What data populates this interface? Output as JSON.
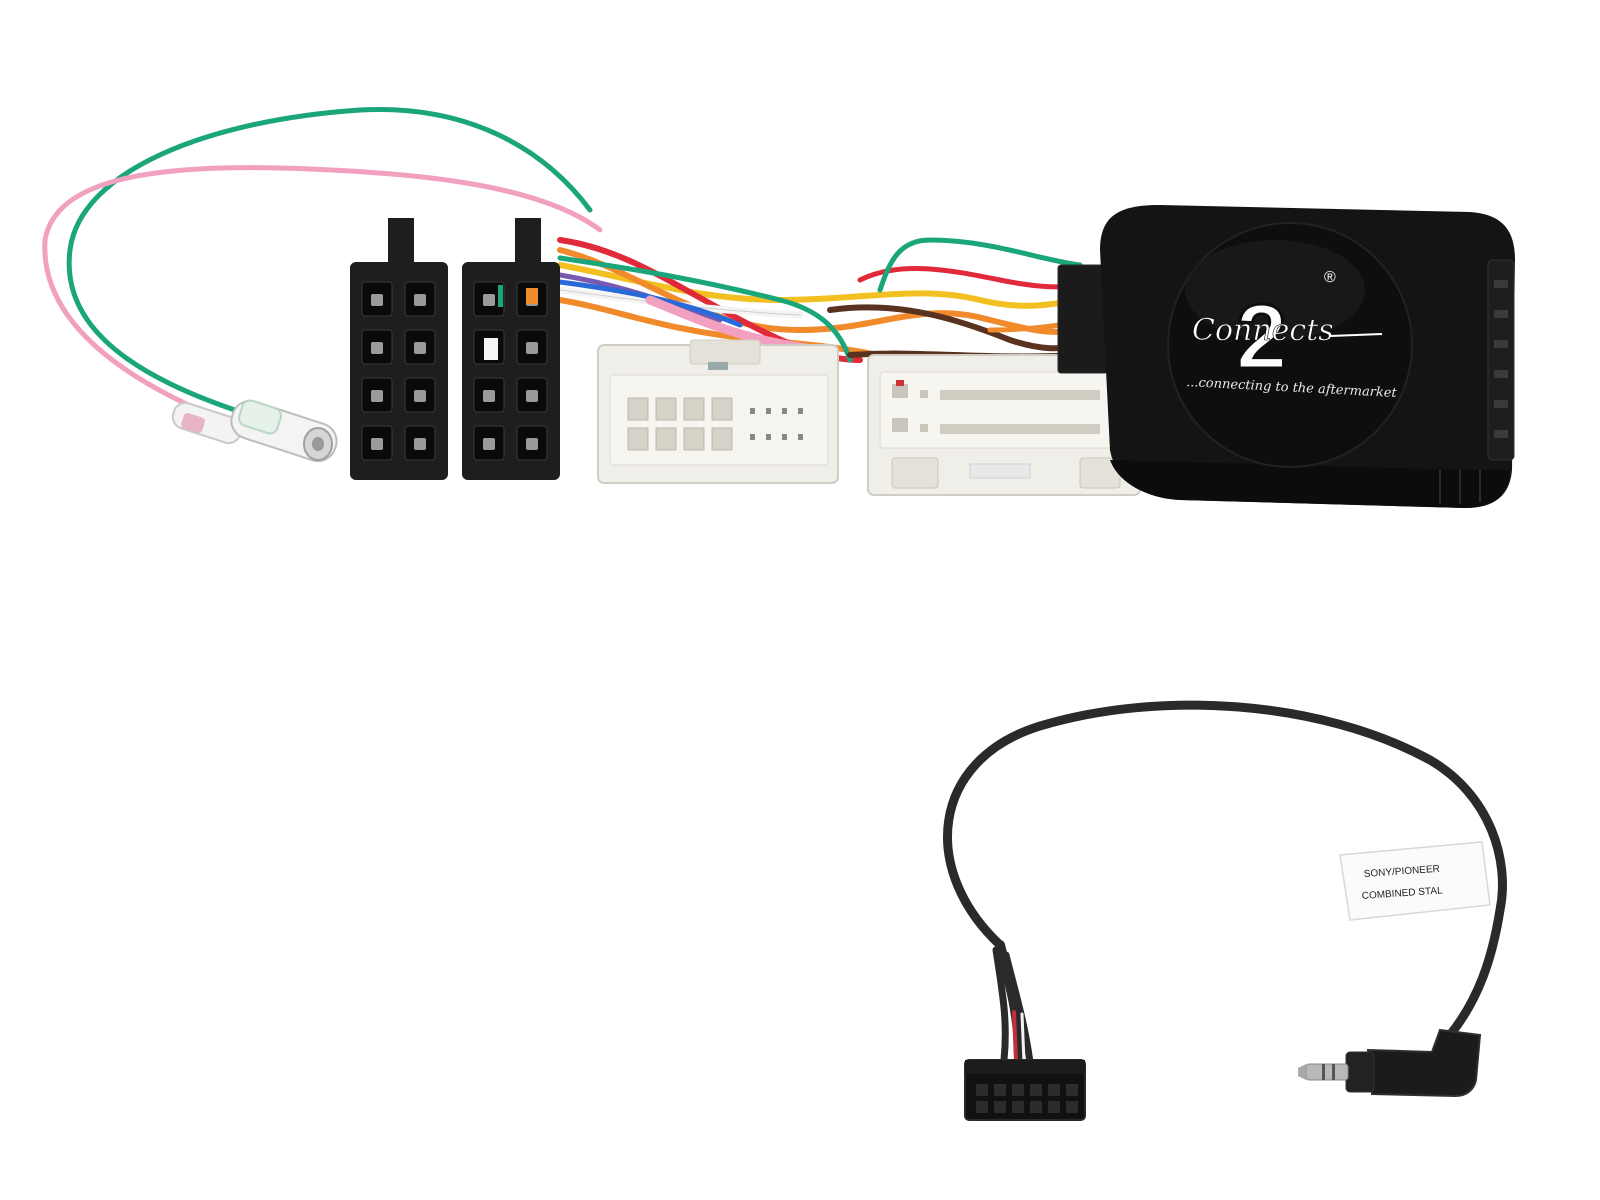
{
  "image": {
    "background": "#ffffff"
  },
  "colors": {
    "wire_green": "#1aa57a",
    "wire_pink": "#f2a0bf",
    "wire_red": "#e02a3a",
    "wire_orange": "#f08a2a",
    "wire_brown": "#5a3320",
    "wire_yellow": "#f2c020",
    "wire_white": "#f4f4f4",
    "wire_violet": "#7a5ab0",
    "wire_blue": "#2a6ad8",
    "connector_black": "#1e1e1e",
    "connector_white": "#efeee8",
    "module_body": "#141414",
    "cable_black": "#2a2a2a",
    "jack_silver": "#b8b8b8"
  },
  "module": {
    "brand_script": "Connects",
    "brand_numeral": "2",
    "registered_mark": "®",
    "tagline": "...connecting to the aftermarket"
  },
  "lead": {
    "sticker_line1": "SONY/PIONEER",
    "sticker_line2": "COMBINED STAL"
  }
}
